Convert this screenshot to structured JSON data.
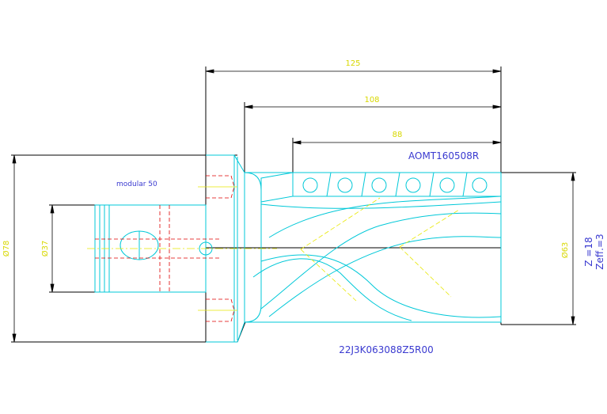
{
  "drawing": {
    "dimensions": {
      "total_length": "125",
      "length_108": "108",
      "cutting_length": "88",
      "flange_diameter": "Ø78",
      "shank_diameter": "Ø37",
      "cutting_diameter": "Ø63"
    },
    "labels": {
      "adapter": "modular 50",
      "insert": "AOMT160508R",
      "part_number": "22J3K063088Z5R00",
      "teeth": "Z =18",
      "effective_teeth": "Zeff.=3"
    },
    "colors": {
      "outline": "#000000",
      "geometry": "#00c8d8",
      "dimension_text": "#d8d800",
      "hidden_lines": "#e00000",
      "annotation_text": "#3a3ad0"
    }
  }
}
